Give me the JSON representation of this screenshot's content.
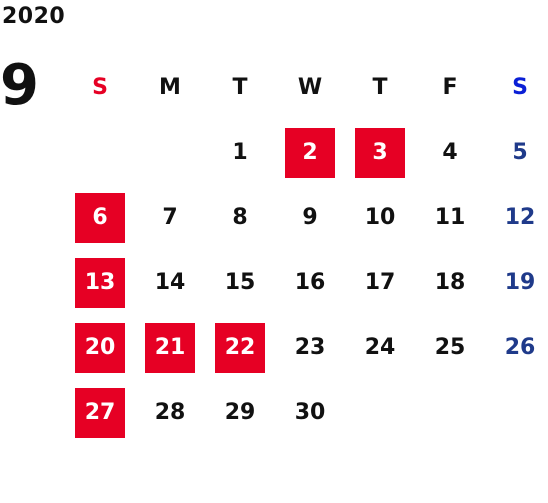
{
  "year": "2020",
  "month": "9",
  "weekdays": [
    "S",
    "M",
    "T",
    "W",
    "T",
    "F",
    "S"
  ],
  "colors": {
    "holiday": "#e60024",
    "sunday_header": "#e60024",
    "saturday_header": "#0a1fd6",
    "saturday": "#1f3a8a",
    "text": "#111111"
  },
  "weeks": [
    [
      "",
      "",
      "1",
      "2",
      "3",
      "4",
      "5"
    ],
    [
      "6",
      "7",
      "8",
      "9",
      "10",
      "11",
      "12"
    ],
    [
      "13",
      "14",
      "15",
      "16",
      "17",
      "18",
      "19"
    ],
    [
      "20",
      "21",
      "22",
      "23",
      "24",
      "25",
      "26"
    ],
    [
      "27",
      "28",
      "29",
      "30",
      "",
      "",
      ""
    ]
  ],
  "holidays": [
    "2",
    "3",
    "6",
    "13",
    "20",
    "21",
    "22",
    "27"
  ]
}
